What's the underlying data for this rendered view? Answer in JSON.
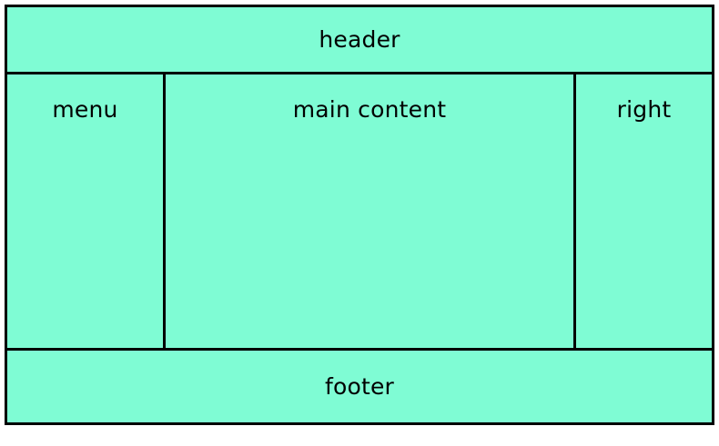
{
  "diagram": {
    "type": "page-layout-wireframe",
    "fill_color": "#7ffcd4",
    "border_color": "#000000",
    "page_background": "#ffffff",
    "regions": {
      "header": {
        "label": "header"
      },
      "menu": {
        "label": "menu"
      },
      "main": {
        "label": "main content"
      },
      "right": {
        "label": "right"
      },
      "footer": {
        "label": "footer"
      }
    }
  }
}
